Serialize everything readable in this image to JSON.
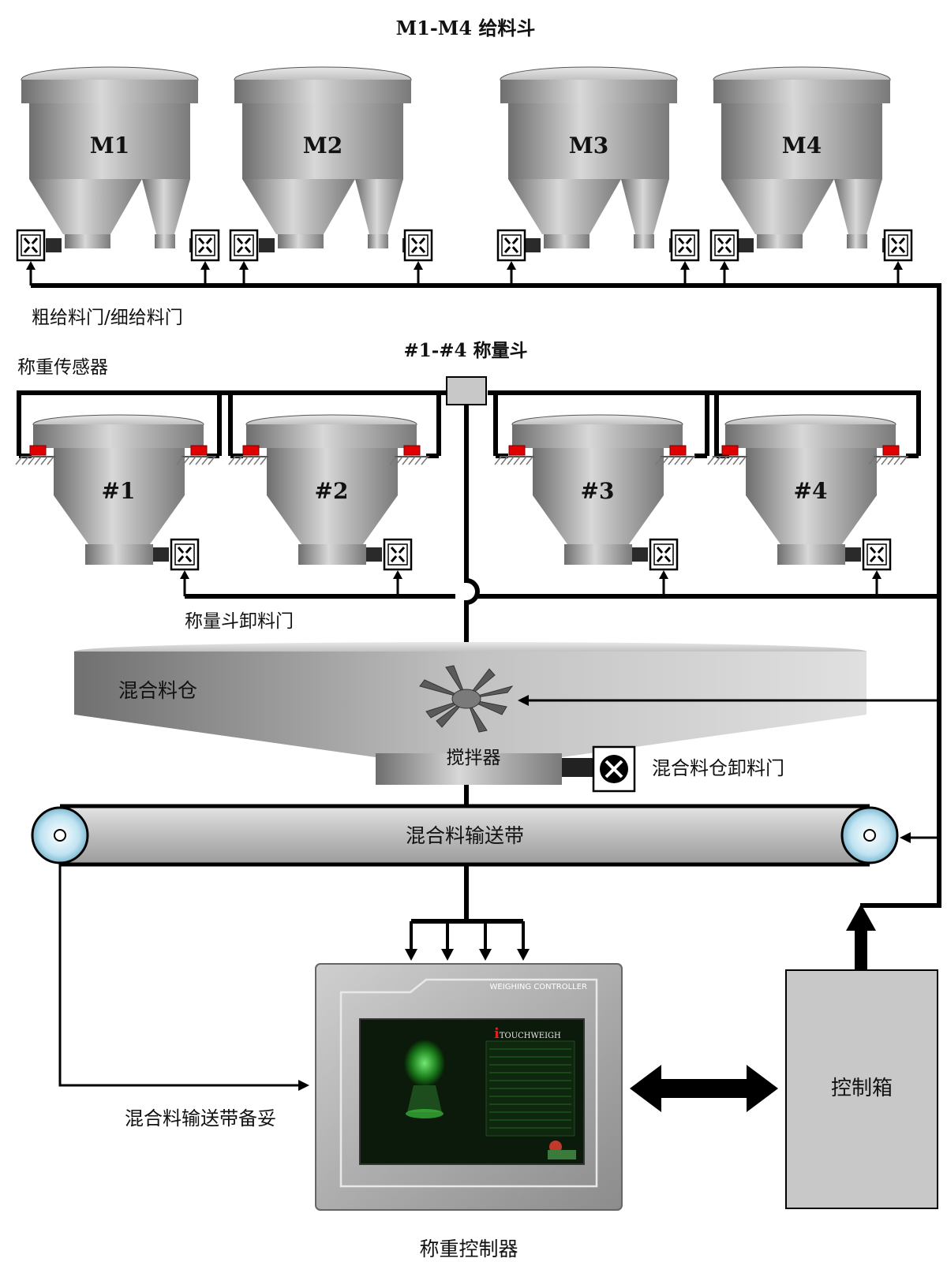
{
  "title": "M1-M4 给料斗",
  "feed_hoppers": {
    "labels": [
      "M1",
      "M2",
      "M3",
      "M4"
    ],
    "gate_caption": "粗给料门/细给料门"
  },
  "weigh": {
    "title": "#1-#4 称量斗",
    "sensor_caption": "称重传感器",
    "labels": [
      "#1",
      "#2",
      "#3",
      "#4"
    ],
    "discharge_caption": "称量斗卸料门"
  },
  "mixer": {
    "bin_label": "混合料仓",
    "agitator_label": "搅拌器",
    "discharge_gate_label": "混合料仓卸料门"
  },
  "conveyor": {
    "label": "混合料输送带",
    "ready_caption": "混合料输送带备妥"
  },
  "controller": {
    "header": "WEIGHING CONTROLLER",
    "brand_i": "i",
    "brand_rest": "TOUCHWEIGH",
    "caption": "称重控制器"
  },
  "control_box": {
    "label": "控制箱"
  },
  "colors": {
    "hopper": "#9a9a9a",
    "sensor": "#e00000",
    "screen": "#0b1a0b",
    "accent_green": "#3cc23c"
  }
}
